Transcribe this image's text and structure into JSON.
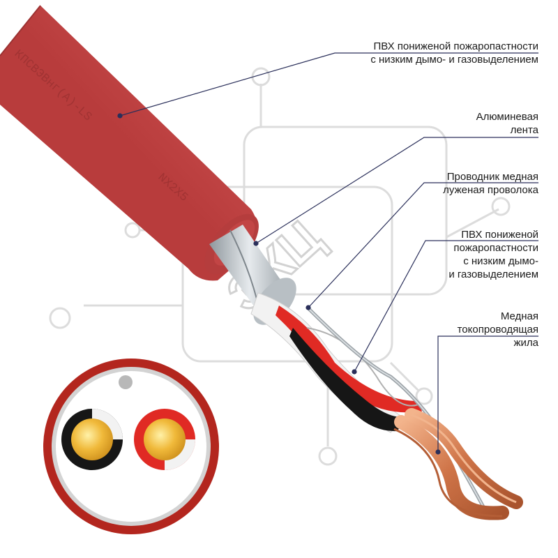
{
  "product": {
    "jacket_print": "КПСВЭВнг(А)-LS",
    "jacket_size": "NX2X5",
    "watermark": "ЭКЦ"
  },
  "callouts": [
    {
      "lines": [
        "ПВХ пониженой пожаропастности",
        "с низким дымо- и газовыделением"
      ]
    },
    {
      "lines": [
        "Алюминевая",
        "лента"
      ]
    },
    {
      "lines": [
        "Проводник медная",
        "луженая проволока"
      ]
    },
    {
      "lines": [
        "ПВХ пониженой",
        "пожаропастности",
        "с низким дымо-",
        "и газовыделением"
      ]
    },
    {
      "lines": [
        "Медная",
        "токопроводящая",
        "жила"
      ]
    }
  ],
  "colors": {
    "jacket": "#cc4a4a",
    "jacket_dark": "#a63535",
    "foil": "#c9cfd4",
    "insulation_white": "#f4f4f4",
    "insulation_red": "#e02a24",
    "insulation_black": "#161616",
    "copper": "#d9865a",
    "gold": "#e8b43a",
    "leader_line": "#2a2f5a",
    "watermark": "#d4d4d4"
  }
}
